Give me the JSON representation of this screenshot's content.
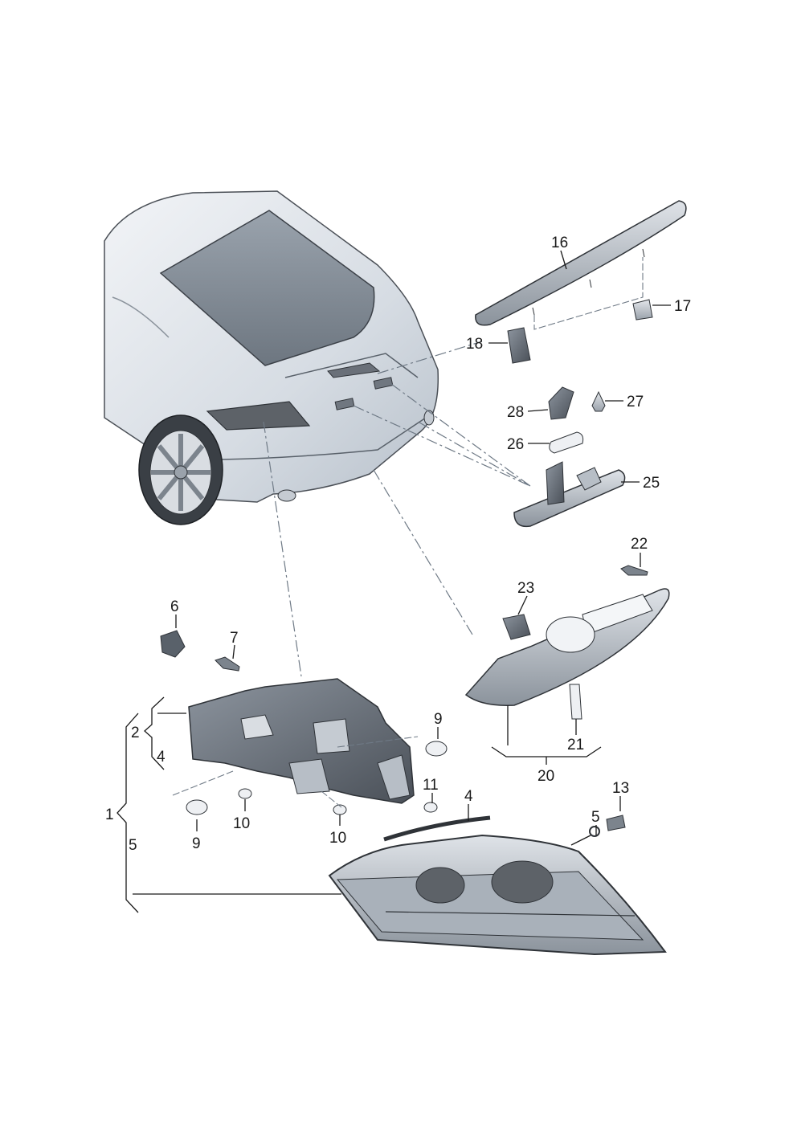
{
  "callouts": {
    "c1": "1",
    "c2": "2",
    "c4a": "4",
    "c4b": "4",
    "c5a": "5",
    "c5b": "5",
    "c6": "6",
    "c7": "7",
    "c9a": "9",
    "c9b": "9",
    "c10a": "10",
    "c10b": "10",
    "c11": "11",
    "c13": "13",
    "c16": "16",
    "c17": "17",
    "c18": "18",
    "c20": "20",
    "c21": "21",
    "c22": "22",
    "c23": "23",
    "c25": "25",
    "c26": "26",
    "c27": "27",
    "c28": "28"
  }
}
